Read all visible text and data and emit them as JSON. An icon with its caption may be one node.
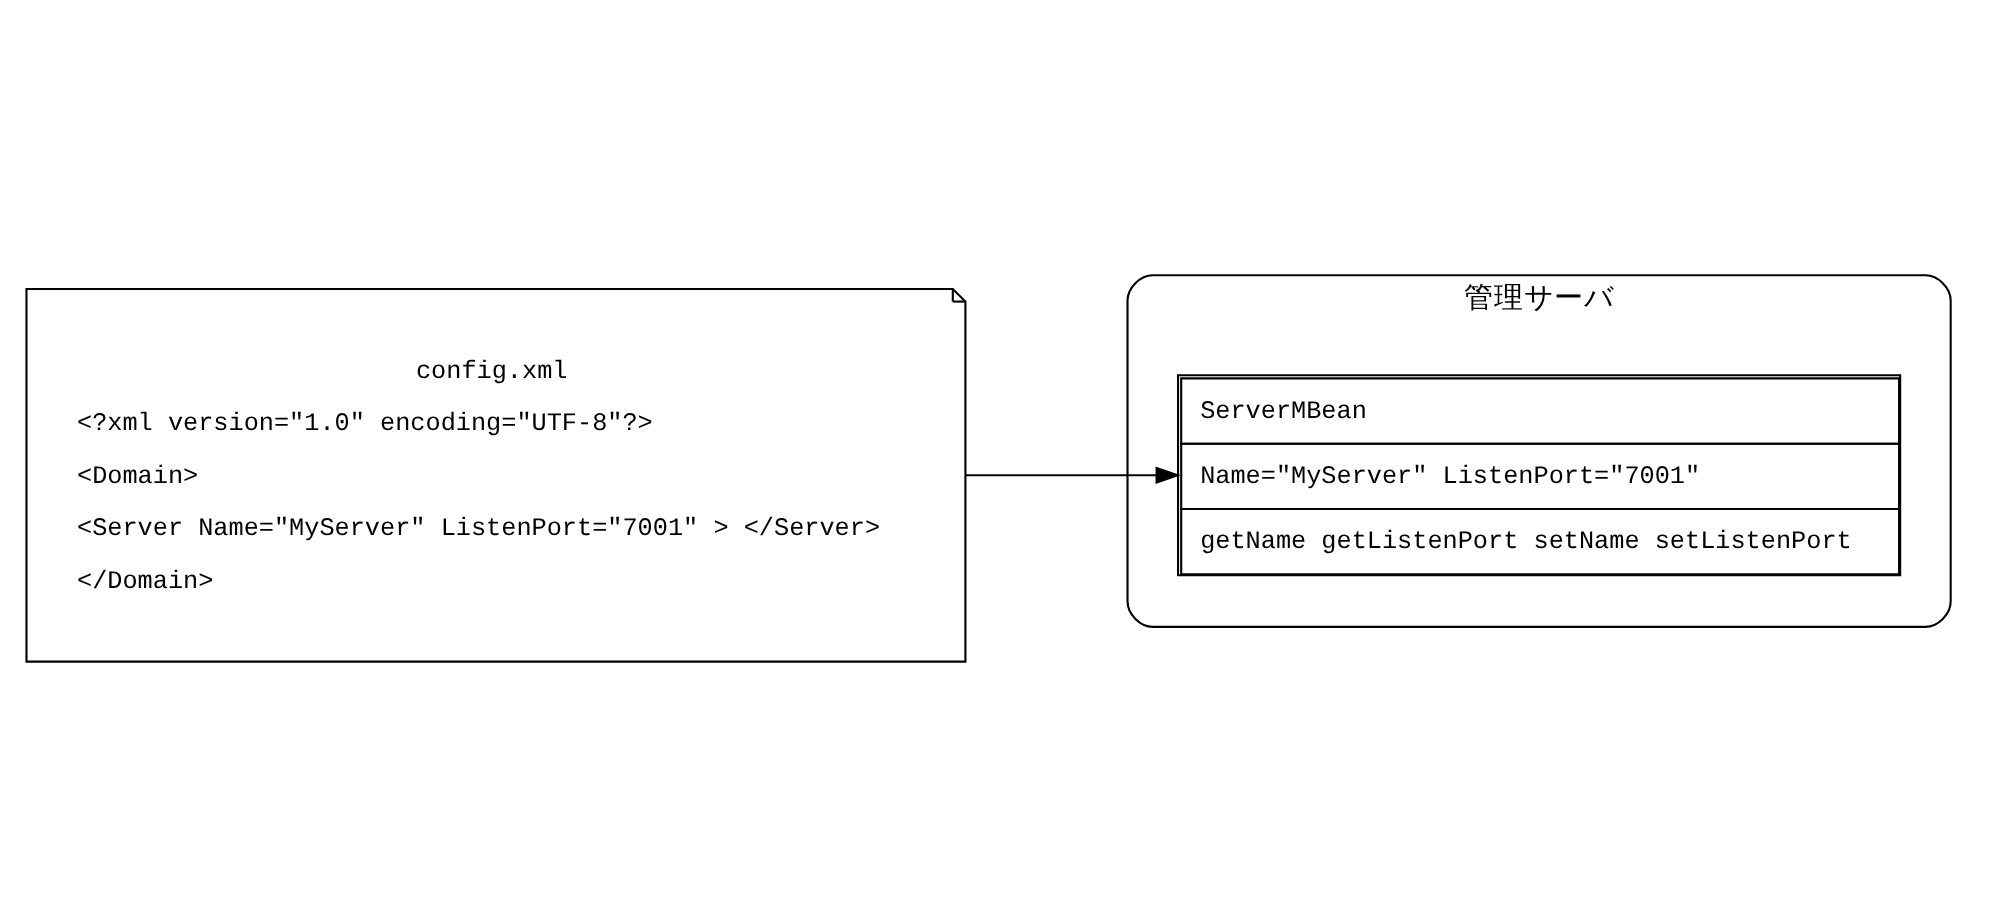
{
  "diagram": {
    "nodes": [
      {
        "text": [
          "config.xml",
          "<?xml version=\"1.0\" encoding=\"UTF-8\"?>",
          "<Domain>",
          "<Server Name=\"MyServer\" ListenPort=\"7001\" > </Server>",
          "</Domain>"
        ]
      },
      {
        "text": [
          "管理サーバ"
        ]
      },
      {
        "text": [
          "ServerMBean",
          "Name=\"MyServer\" ListenPort=\"7001\"",
          "getName getListenPort setName setListenPort"
        ],
        "in": 1
      }
    ],
    "edges": [
      {
        "from": 0,
        "to": 2,
        "arrow": "to"
      }
    ]
  }
}
